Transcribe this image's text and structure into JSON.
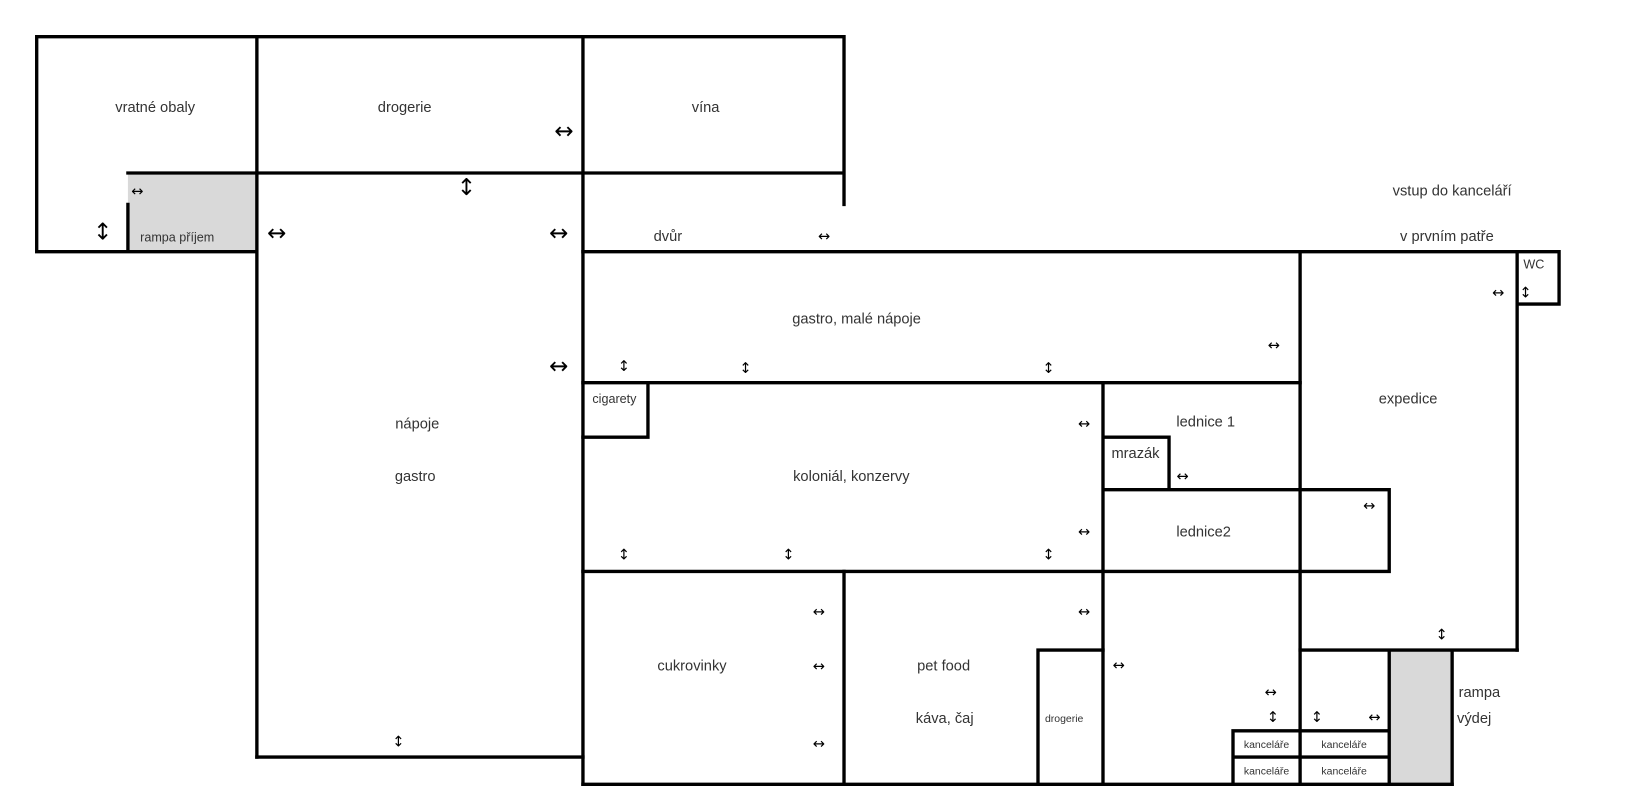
{
  "rooms": {
    "vratne_obaly": "vratné obaly",
    "drogerie_top": "drogerie",
    "vina": "vína",
    "rampa_prijem": "rampa příjem",
    "dvur": "dvůr",
    "office_entry_1": "vstup do kanceláří",
    "office_entry_2": "v prvním patře",
    "wc": "WC",
    "gastro_male_napoje": "gastro, malé nápoje",
    "napoje": "nápoje",
    "gastro": "gastro",
    "cigarety": "cigarety",
    "kolonial": "koloniál, konzervy",
    "lednice1": "lednice 1",
    "mrazak": "mrazák",
    "expedice": "expedice",
    "lednice2": "lednice2",
    "cukrovinky": "cukrovinky",
    "pet_food": "pet food",
    "kava_caj": "káva, čaj",
    "drogerie_small": "drogerie",
    "rampa": "rampa",
    "vydej": "výdej",
    "kancelare": "kanceláře"
  },
  "arrows": {
    "horizontal": "↔",
    "vertical": "↕"
  },
  "colors": {
    "walls": "#000000",
    "ramp_fill": "#d9d9d9"
  }
}
